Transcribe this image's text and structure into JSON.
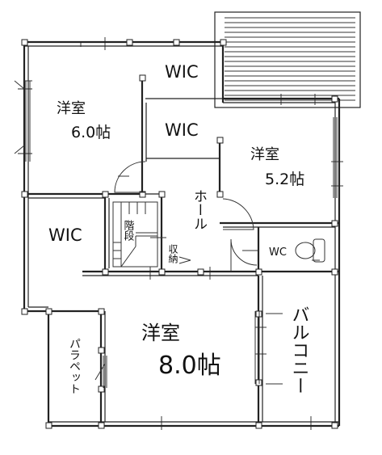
{
  "rooms": {
    "wic_top": "WIC",
    "wic_mid": "WIC",
    "wic_left": "WIC",
    "western_1": {
      "name": "洋室",
      "size": "6.0帖"
    },
    "western_2": {
      "name": "洋室",
      "size": "5.2帖"
    },
    "western_3": {
      "name": "洋室",
      "size": "8.0帖"
    },
    "hall": "ホール",
    "stairs": "階段",
    "storage": "収納",
    "wc": "WC",
    "parapet": "パラペット",
    "balcony": "バルコニー"
  }
}
